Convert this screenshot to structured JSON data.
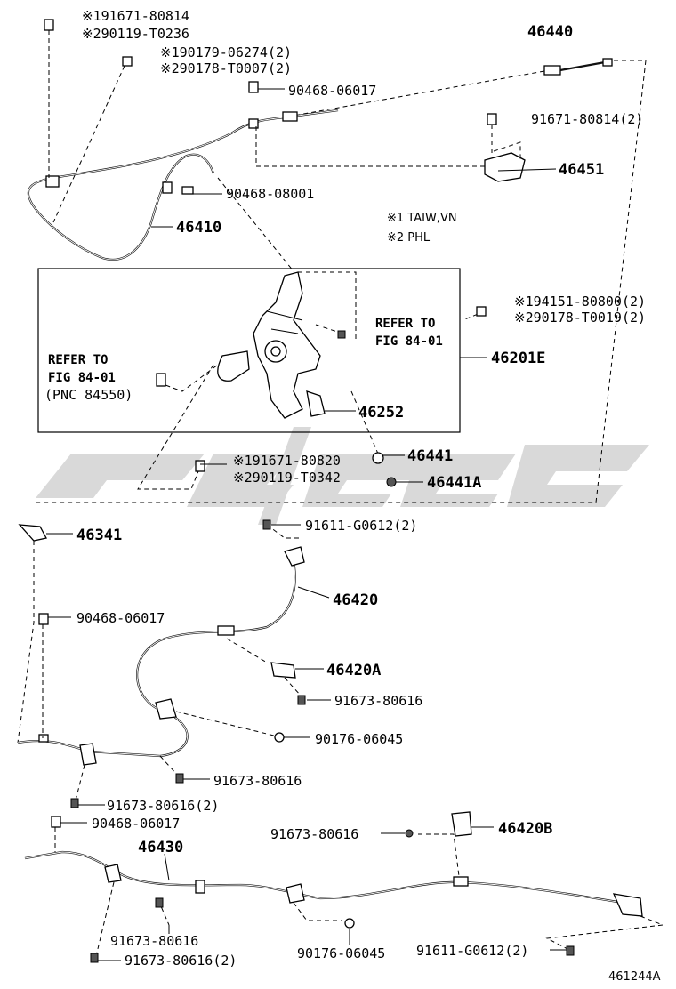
{
  "labels": {
    "l1": "※191671-80814",
    "l2": "※290119-T0236",
    "l3": "※190179-06274(2)",
    "l4": "※290178-T0007(2)",
    "l5": "90468-06017",
    "l6": "46440",
    "l7": "91671-80814(2)",
    "l8": "46451",
    "l9": "90468-08001",
    "l10": "46410",
    "n1": "※1 TAIW,VN",
    "n2": "※2 PHL",
    "l11": "※194151-80800(2)",
    "l12": "※290178-T0019(2)",
    "r1a": "REFER TO",
    "r1b": "FIG 84-01",
    "r2a": "REFER TO",
    "r2b": "FIG 84-01",
    "r2c": "(PNC 84550)",
    "l13": "46201E",
    "l14": "46252",
    "l15": "46441",
    "l16": "46441A",
    "l17": "※191671-80820",
    "l18": "※290119-T0342",
    "l19": "46341",
    "l20": "91611-G0612(2)",
    "l21": "46420",
    "l22": "90468-06017",
    "l23": "46420A",
    "l24": "91673-80616",
    "l25": "90176-06045",
    "l26": "91673-80616",
    "l27": "91673-80616(2)",
    "l28": "90468-06017",
    "l29": "91673-80616",
    "l30": "46420B",
    "l31": "46430",
    "l32": "91673-80616",
    "l33": "91673-80616(2)",
    "l34": "90176-06045",
    "l35": "91611-G0612(2)",
    "fig": "461244A"
  },
  "colors": {
    "ink": "#000000",
    "watermark": "#d9d9d9"
  }
}
